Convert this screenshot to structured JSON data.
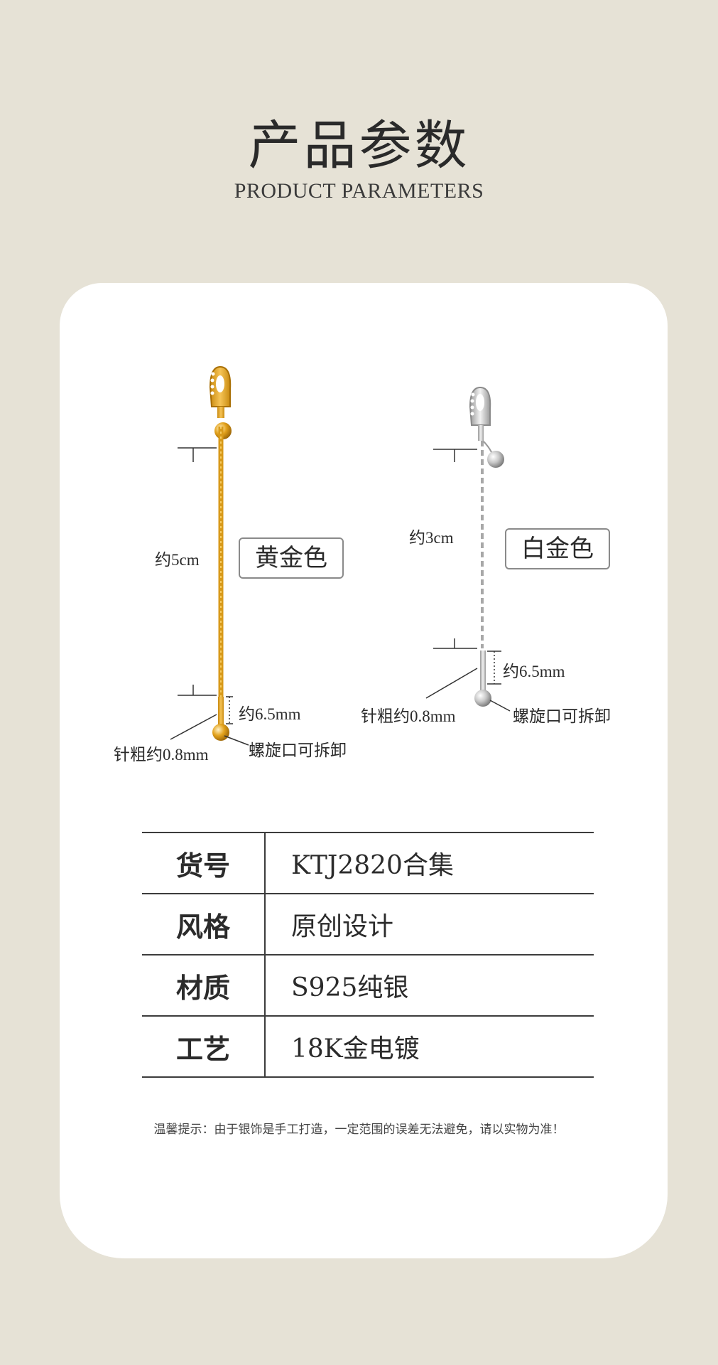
{
  "header": {
    "title_cn": "产品参数",
    "title_en": "PRODUCT PARAMETERS"
  },
  "products": [
    {
      "color_label": "黄金色",
      "length_label": "约5cm",
      "needle_length_label": "约6.5mm",
      "needle_thickness_label": "针粗约0.8mm",
      "screw_label": "螺旋口可拆卸",
      "metal_color": "#e3a21c"
    },
    {
      "color_label": "白金色",
      "length_label": "约3cm",
      "needle_length_label": "约6.5mm",
      "needle_thickness_label": "针粗约0.8mm",
      "screw_label": "螺旋口可拆卸",
      "metal_color": "#b9b9b9"
    }
  ],
  "specs": [
    {
      "key": "货号",
      "value": "KTJ2820合集"
    },
    {
      "key": "风格",
      "value": "原创设计"
    },
    {
      "key": "材质",
      "value": "S925纯银"
    },
    {
      "key": "工艺",
      "value": "18K金电镀"
    }
  ],
  "note": "温馨提示：由于银饰是手工打造，一定范围的误差无法避免，请以实物为准！",
  "colors": {
    "background": "#e6e2d6",
    "card": "#ffffff",
    "text": "#2b2b2b"
  }
}
